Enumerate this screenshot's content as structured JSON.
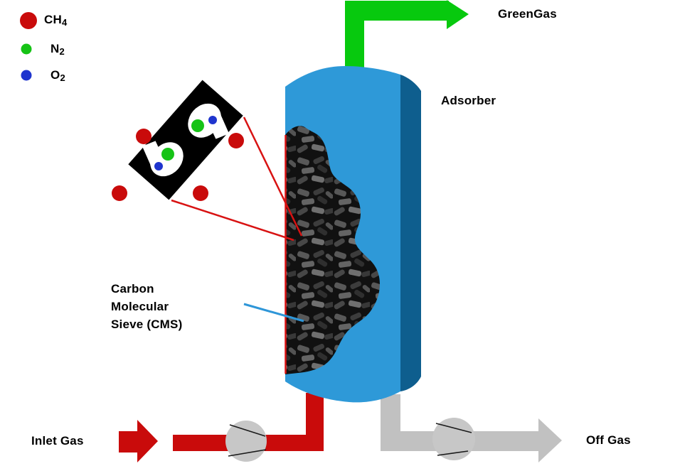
{
  "legend": {
    "items": [
      {
        "name": "ch4",
        "base": "CH",
        "sub": "4",
        "color": "#C90B0B"
      },
      {
        "name": "n2",
        "base": "N",
        "sub": "2",
        "color": "#16C316"
      },
      {
        "name": "o2",
        "base": "O",
        "sub": "2",
        "color": "#1F35CE"
      }
    ]
  },
  "labels": {
    "green_gas": "GreenGas",
    "adsorber": "Adsorber",
    "cms_line1": "Carbon",
    "cms_line2": "Molecular",
    "cms_line3": "Sieve (CMS)",
    "inlet_gas": "Inlet Gas",
    "off_gas": "Off Gas"
  },
  "colors": {
    "red": "#C90B0B",
    "red_leader": "#D81212",
    "green": "#07C90E",
    "green_dot": "#16C316",
    "blue_dot": "#1F35CE",
    "cylinder_light": "#2E99D8",
    "cylinder_dark": "#0E5E8E",
    "pipe_gray": "#C1C1C1",
    "valve_gray": "#C7C7C7",
    "valve_line": "#1A1A1A",
    "pointer_blue": "#2E96D8",
    "particle_black": "#000000",
    "pore_white": "#FFFFFF"
  }
}
